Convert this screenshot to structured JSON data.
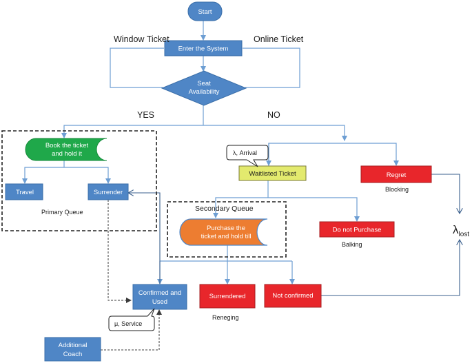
{
  "nodes": {
    "start": "Start",
    "enter_system": "Enter the System",
    "seat_availability": [
      "Seat",
      "Availability"
    ],
    "book_ticket": [
      "Book the ticket",
      "and hold it"
    ],
    "travel": "Travel",
    "surrender": "Surrender",
    "waitlisted_ticket": "Waitlisted Ticket",
    "regret": "Regret",
    "purchase_ticket": [
      "Purchase the",
      "ticket and hold till"
    ],
    "do_not_purchase": "Do not Purchase",
    "confirmed_used": [
      "Confirmed and",
      "Used"
    ],
    "surrendered": "Surrendered",
    "not_confirmed": "Not confirmed",
    "additional_coach": [
      "Additional",
      "Coach"
    ]
  },
  "edge_labels": {
    "window_ticket": "Window Ticket",
    "online_ticket": "Online Ticket",
    "yes": "YES",
    "no": "NO"
  },
  "captions": {
    "primary_queue": "Primary Queue",
    "secondary_queue": "Secondary Queue",
    "blocking": "Blocking",
    "balking": "Balking",
    "reneging": "Reneging"
  },
  "callouts": {
    "arrival": "λ, Arrival",
    "service": "μ, Service"
  },
  "lambda_lost": {
    "symbol": "λ",
    "subscript": "lost"
  },
  "colors": {
    "blue_node": "#4f86c6",
    "green_node": "#1fa84a",
    "orange_node": "#ed7d31",
    "red_node": "#e8262b",
    "yellow_node": "#e3ea6e",
    "flow_line": "#6d9ed3"
  }
}
